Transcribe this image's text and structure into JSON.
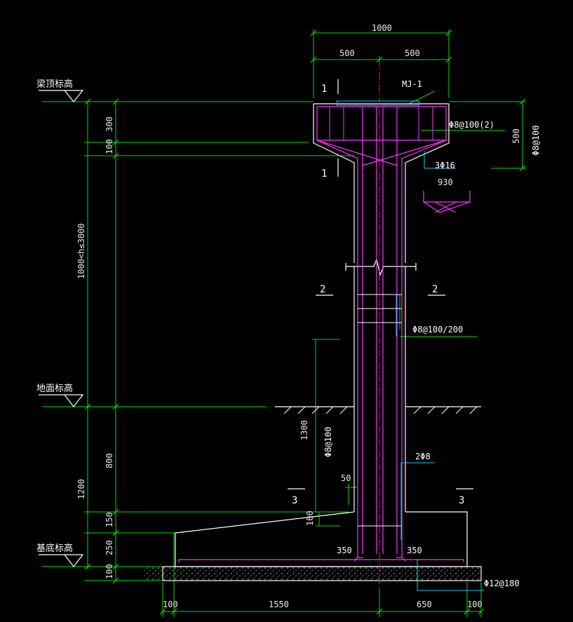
{
  "elevations": {
    "beam_top": "梁顶标高",
    "ground": "地面标高",
    "base_bottom": "基底标高"
  },
  "top_dims": {
    "total": "1000",
    "left_half": "500",
    "right_half": "500"
  },
  "left_dims": {
    "d300": "300",
    "d100a": "100",
    "height_range": "1000<h≤3000",
    "d800": "800",
    "d1200": "1200",
    "d150": "150",
    "d250": "250",
    "d100b": "100"
  },
  "bottom_dims": {
    "b100a": "100",
    "b1550": "1550",
    "b650": "650",
    "b100b": "100"
  },
  "labels": {
    "embed": "MJ-1",
    "stirrup_top": "Φ8@100(2)",
    "right_500": "500",
    "right_rebar": "Φ8@100",
    "main_bars": "3Φ16",
    "d930": "930",
    "stirrup_mid": "Φ8@100/200",
    "d1300": "1300",
    "rebar_1300": "Φ8@100",
    "bars_2": "2Φ8",
    "d50": "50",
    "d100c": "100",
    "d350a": "350",
    "d350b": "350",
    "base_rebar": "Φ12@180"
  },
  "sections": {
    "s1a": "1",
    "s1b": "1",
    "s2a": "2",
    "s2b": "2",
    "s3a": "3",
    "s3b": "3"
  }
}
